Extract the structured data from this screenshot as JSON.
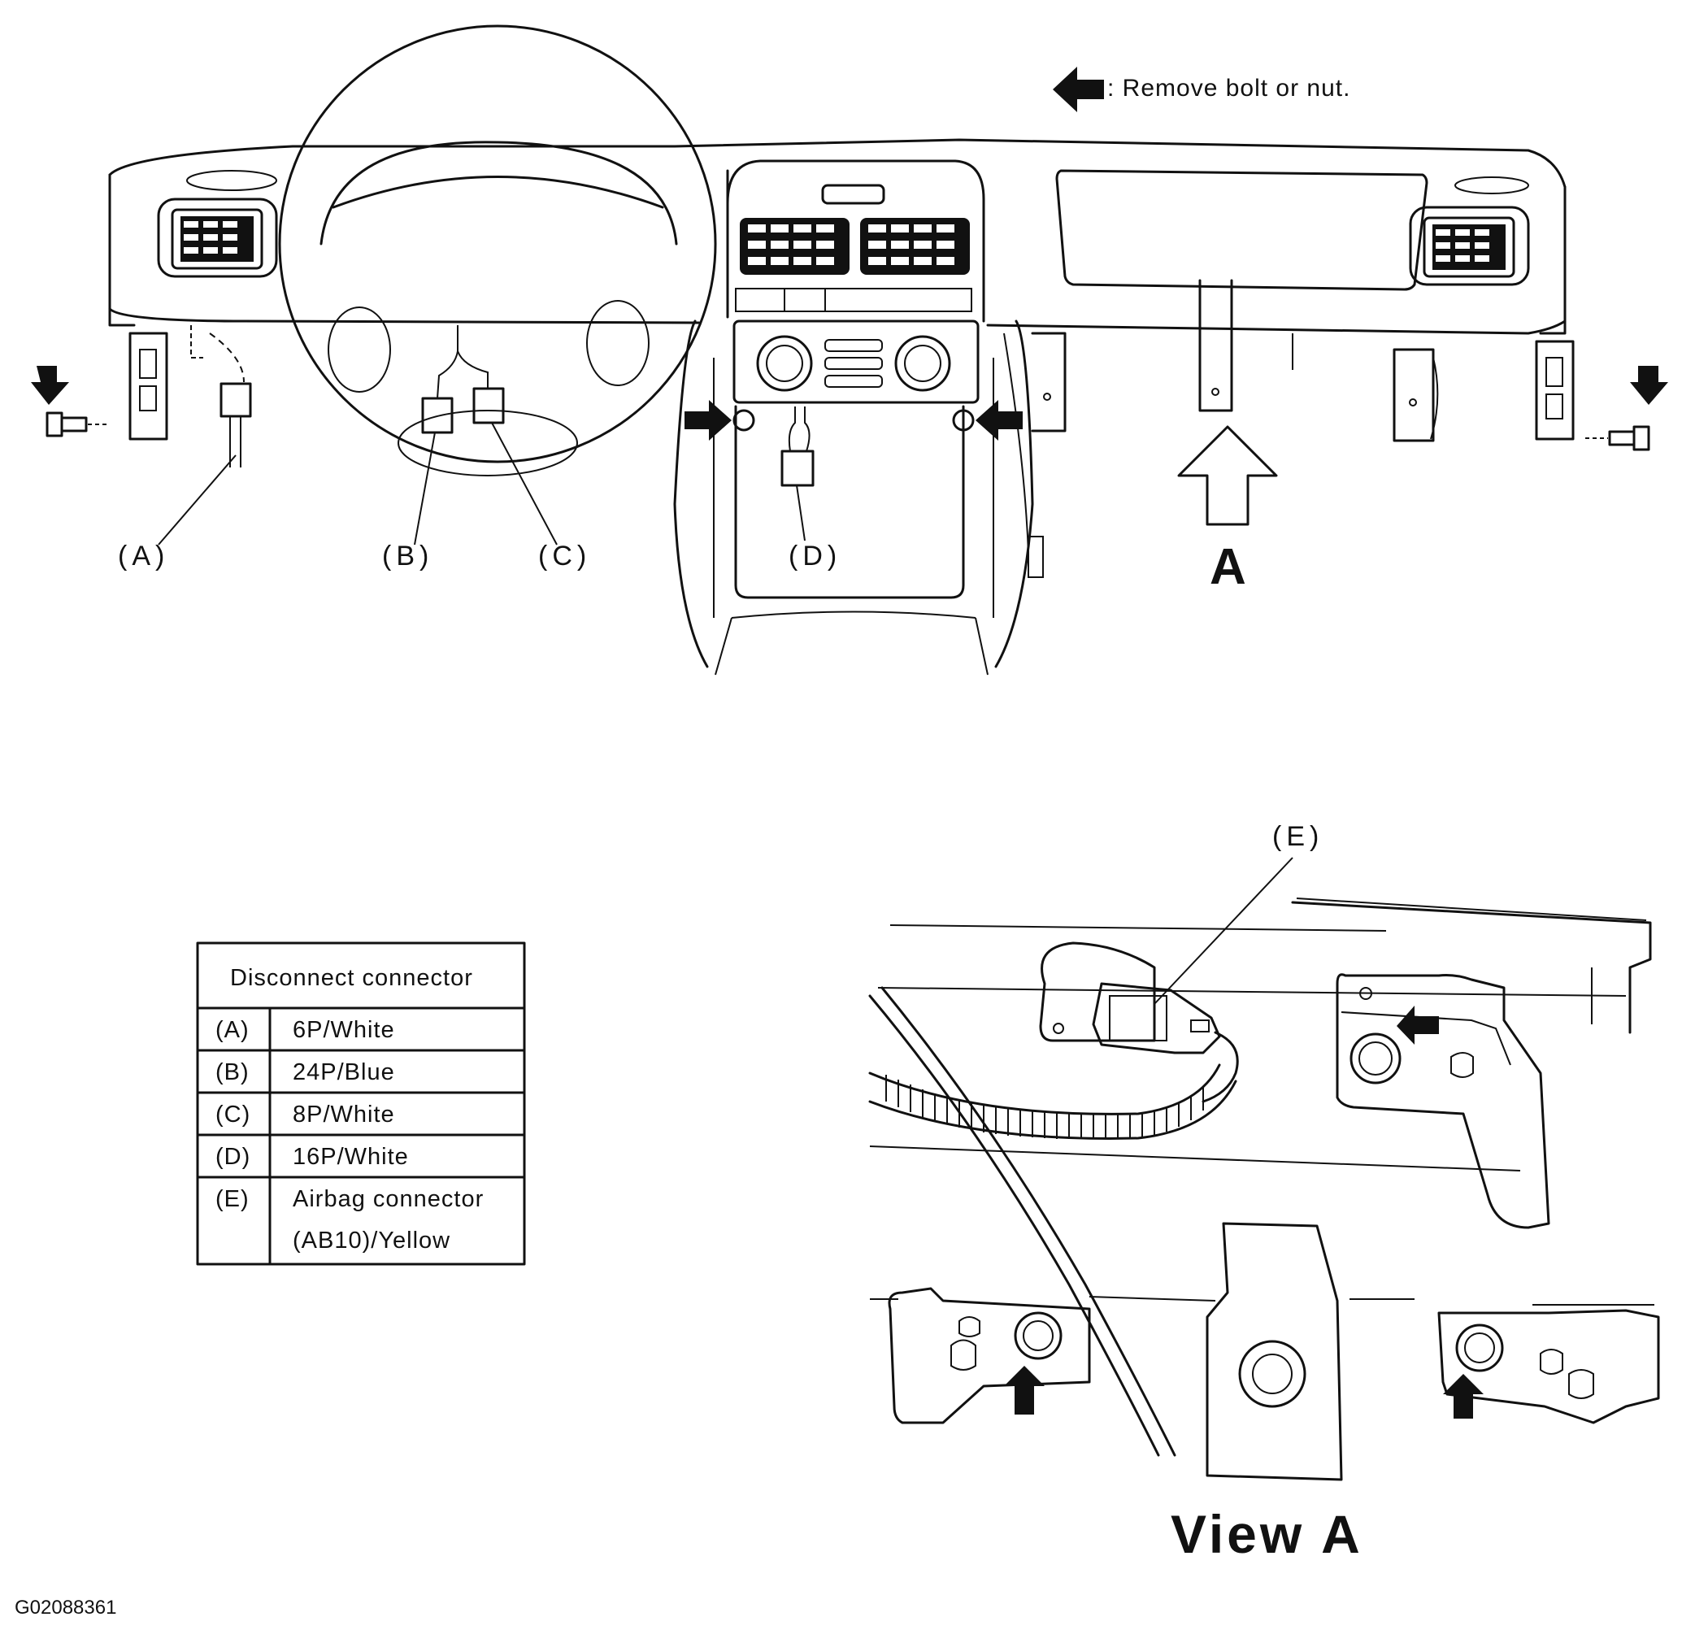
{
  "legend": {
    "text": ": Remove bolt or nut."
  },
  "labels": {
    "a": "(A)",
    "b": "(B)",
    "c": "(C)",
    "d": "(D)",
    "e": "(E)",
    "view_marker": "A",
    "view_title": "View A"
  },
  "connector_table": {
    "header": "Disconnect connector",
    "rows": [
      {
        "key": "(A)",
        "value": "6P/White"
      },
      {
        "key": "(B)",
        "value": "24P/Blue"
      },
      {
        "key": "(C)",
        "value": "8P/White"
      },
      {
        "key": "(D)",
        "value": "16P/White"
      },
      {
        "key": "(E)",
        "value": "Airbag connector",
        "value2": "(AB10)/Yellow"
      }
    ]
  },
  "figure_code": "G02088361"
}
